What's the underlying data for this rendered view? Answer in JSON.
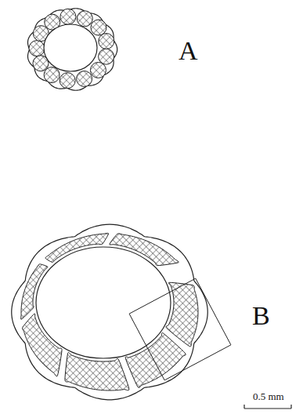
{
  "diagram": {
    "labels": [
      "A",
      "B",
      "0.5 mm"
    ]
  }
}
